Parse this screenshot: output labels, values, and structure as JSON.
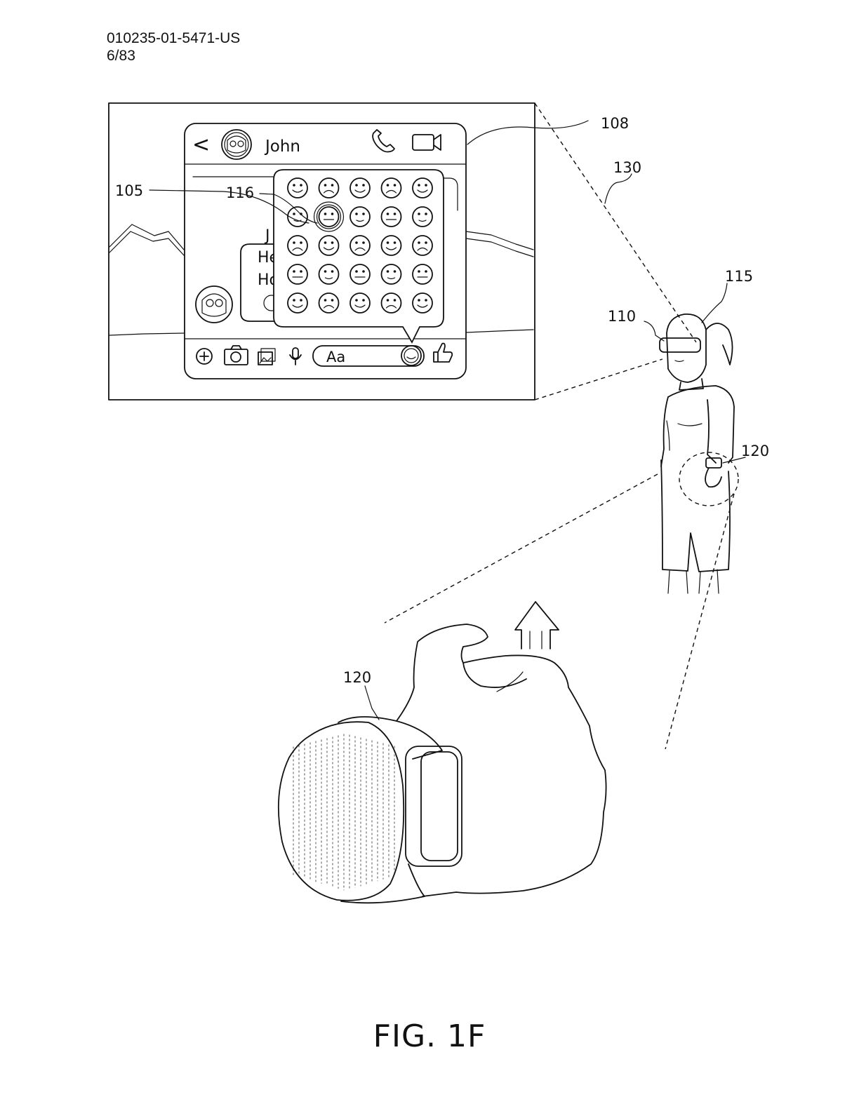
{
  "header": {
    "docket": "010235-01-5471-US",
    "sheet": "6/83"
  },
  "figure": {
    "caption": "FIG. 1F",
    "ref_labels": {
      "r108": "108",
      "r130": "130",
      "r105": "105",
      "r116": "116",
      "r115": "115",
      "r110": "110",
      "r120_wrist": "120",
      "r120_hand": "120"
    }
  },
  "chat_ui": {
    "back_glyph": "<",
    "contact_name": "John",
    "partial_sender": "J",
    "msg_line1": "He",
    "msg_line2": "Ho",
    "input_placeholder": "Aa",
    "icons": [
      "back-arrow-icon",
      "phone-icon",
      "video-camera-icon",
      "plus-icon",
      "camera-icon",
      "gallery-icon",
      "microphone-icon",
      "emoji-icon",
      "thumbs-up-icon"
    ]
  },
  "emoji_picker": {
    "rows": 5,
    "cols": 5,
    "selected_row": 1,
    "selected_col": 1
  }
}
